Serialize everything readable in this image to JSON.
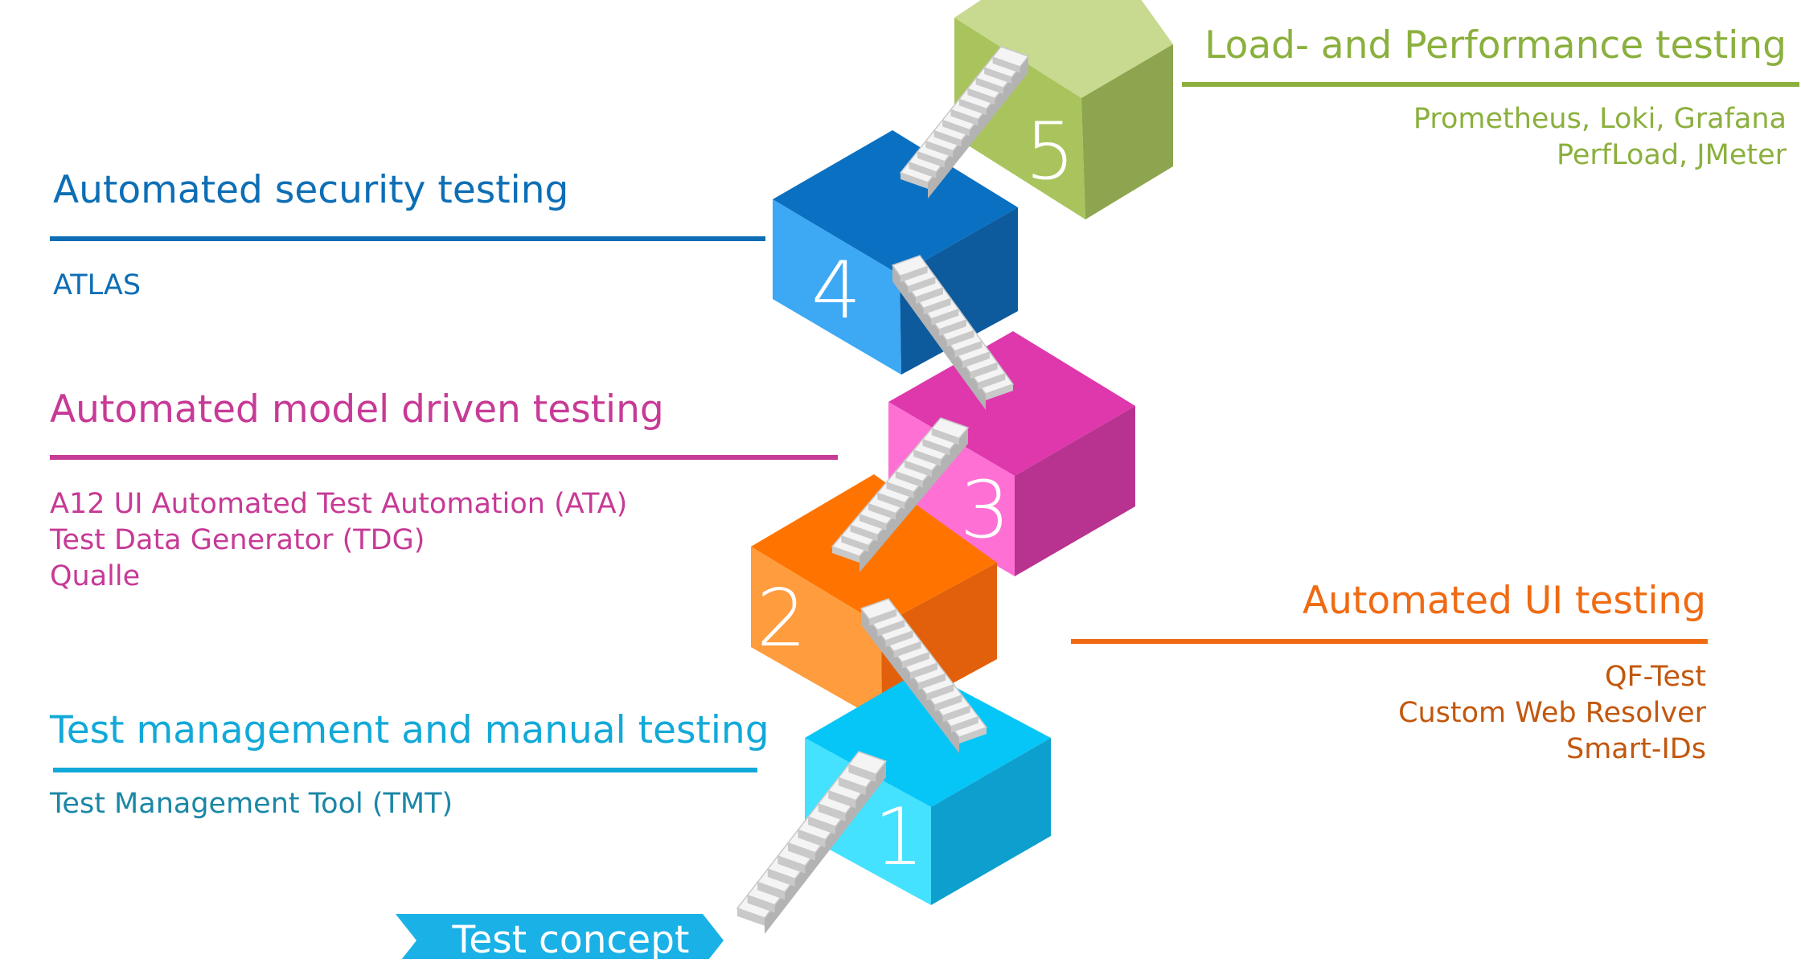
{
  "stages": [
    {
      "number": "1",
      "title": "Test management and manual testing",
      "tools": [
        "Test Management Tool (TMT)"
      ],
      "color": "#12a9d8"
    },
    {
      "number": "2",
      "title": "Automated UI testing",
      "tools": [
        "QF-Test",
        "Custom Web Resolver",
        "Smart-IDs"
      ],
      "color": "#ef6a12"
    },
    {
      "number": "3",
      "title": "Automated model driven testing",
      "tools": [
        "A12 UI Automated Test Automation (ATA)",
        "Test Data Generator (TDG)",
        "Qualle"
      ],
      "color": "#c73a96"
    },
    {
      "number": "4",
      "title": "Automated security testing",
      "tools": [
        "ATLAS"
      ],
      "color": "#0d6eb5"
    },
    {
      "number": "5",
      "title": "Load- and Performance testing",
      "tools": [
        "Prometheus, Loki, Grafana",
        "PerfLoad, JMeter"
      ],
      "color": "#8bb03e"
    }
  ],
  "banner": {
    "label": "Test concept",
    "color": "#1ab1e6"
  },
  "cube_colors": {
    "1": {
      "top": "#06c6f7",
      "left": "#44e2ff",
      "right": "#0d9fcd"
    },
    "2": {
      "top": "#ff7400",
      "left": "#ff9c3e",
      "right": "#e2600b"
    },
    "3": {
      "top": "#de38ac",
      "left": "#ff70d5",
      "right": "#b8338f"
    },
    "4": {
      "top": "#0a70c2",
      "left": "#3da8f4",
      "right": "#0d5a9d"
    },
    "5": {
      "top": "#c8da8f",
      "left": "#a9c45d",
      "right": "#8da54e"
    }
  },
  "stair_colors": {
    "tread": "#f4f4f4",
    "riser": "#c9c9c9",
    "side": "#b3b3b3"
  }
}
